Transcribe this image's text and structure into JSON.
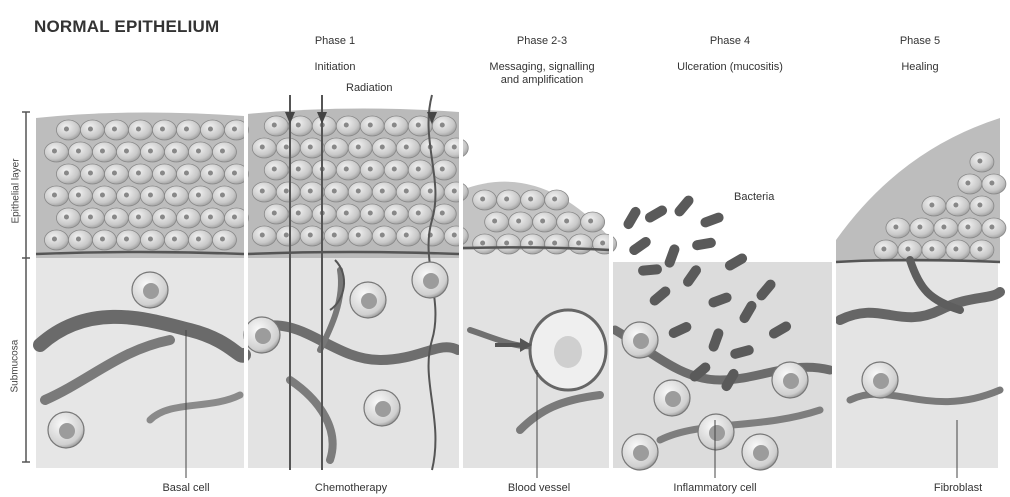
{
  "title": "NORMAL EPITHELIUM",
  "phases": [
    {
      "name": "Phase 1",
      "desc": "Initiation"
    },
    {
      "name": "Phase 2-3",
      "desc": "Messaging, signalling\nand amplification"
    },
    {
      "name": "Phase 4",
      "desc": "Ulceration (mucositis)"
    },
    {
      "name": "Phase 5",
      "desc": "Healing"
    }
  ],
  "annotations": {
    "radiation": "Radiation",
    "bacteria": "Bacteria"
  },
  "side_labels": {
    "epithelial": "Epithelial layer",
    "submucosa": "Submucosa"
  },
  "bottom_labels": [
    "Basal cell",
    "Chemotherapy",
    "Blood vessel",
    "Inflammatory cell",
    "Fibroblast"
  ],
  "colors": {
    "epithelium_cell": "#cfcfcf",
    "submucosa": "#e4e4e4",
    "vessel": "#6f6f6f",
    "bacteria": "#5a5a5a"
  }
}
